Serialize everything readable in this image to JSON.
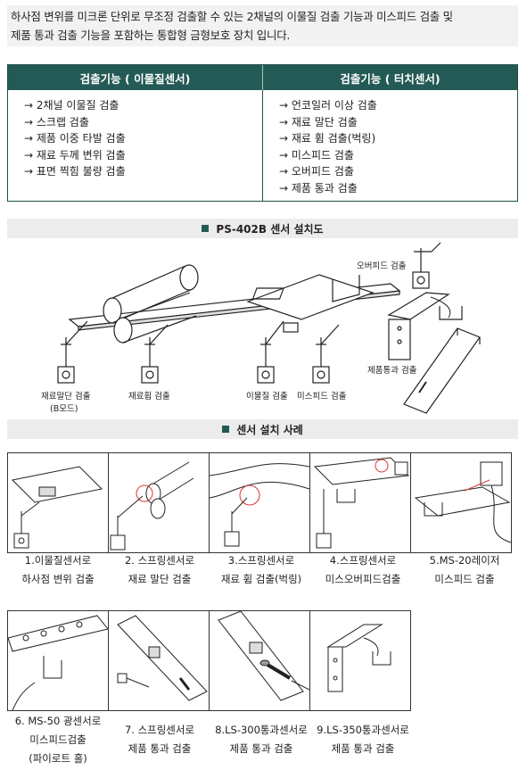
{
  "intro": {
    "line1": "하사점 변위를 미크론 단위로 무조정 검출할 수 있는 2채널의 이물질 검출 기능과 미스피드 검출 및",
    "line2": "제품 통과 검출 기능을 포함하는 통합형 금형보호 장치 입니다."
  },
  "features": {
    "left_header": "검출기능 ( 이물질센서)",
    "right_header": "검출기능 ( 터치센서)",
    "left_items": [
      "2채널 이물질 검출",
      "스크랩 검출",
      "제품 이중 타발 검출",
      "재료 두께 변위 검출",
      "표면 찍힘 불량 검출"
    ],
    "right_items": [
      "언코일러 이상 검출",
      "재료 말단 검출",
      "재료 휨 검출(벅링)",
      "미스피드 검출",
      "오버피드 검출",
      "제품 통과 검출"
    ]
  },
  "install": {
    "title": "PS-402B 센서 설치도",
    "labels": {
      "overfeed": "오버피드 검출",
      "pass": "제품통과 검출",
      "end": "재료말단 검출",
      "bmode": "(B모드)",
      "bend": "재료휨 검출",
      "foreign": "이물질 검출",
      "misfeed": "미스피드 검출"
    }
  },
  "cases": {
    "title": "센서 설치 사례",
    "row1": [
      {
        "l1": "1.이물질센서로",
        "l2": "하사점 변위 검출"
      },
      {
        "l1": "2. 스프링센서로",
        "l2": "재료 말단 검출"
      },
      {
        "l1": "3.스프링센서로",
        "l2": "재료 휨 검출(벅링)"
      },
      {
        "l1": "4.스프링센서로",
        "l2": "미스오버피드검출"
      },
      {
        "l1": "5.MS-20레이저",
        "l2": "미스피드 검출"
      }
    ],
    "row2": [
      {
        "l1": "6. MS-50 광센서로",
        "l2": "미스피드검출",
        "l3": "(파이로트 홀)"
      },
      {
        "l1": "7. 스프링센서로",
        "l2": "제품 통과 검출"
      },
      {
        "l1": "8.LS-300통과센서로",
        "l2": "제품 통과 검출"
      },
      {
        "l1": "9.LS-350통과센서로",
        "l2": "제품 통과 검출"
      }
    ]
  }
}
